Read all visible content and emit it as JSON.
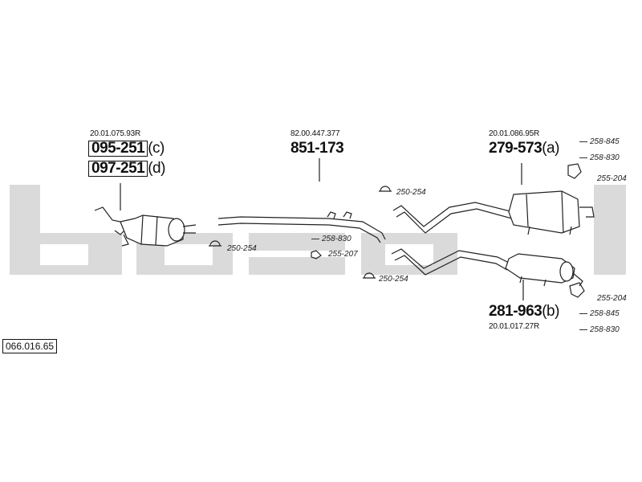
{
  "diagram_number": "066.016.65",
  "watermark": "bosal",
  "parts": {
    "front": {
      "ref": "20.01.075.93R",
      "a_num": "095-251",
      "a_suffix": "(c)",
      "b_num": "097-251",
      "b_suffix": "(d)"
    },
    "middle": {
      "ref": "82.00.447.377",
      "num": "851-173"
    },
    "rear_a": {
      "ref": "20.01.086.95R",
      "num": "279-573",
      "suffix": "(a)"
    },
    "rear_b": {
      "ref": "20.01.017.27R",
      "num": "281-963",
      "suffix": "(b)"
    }
  },
  "accessories": {
    "clamp_front": "250-254",
    "clamp_mid_top": "250-254",
    "clamp_mid_bottom": "250-254",
    "mid_258": "258-830",
    "mid_255": "255-207",
    "ra_258_845": "258-845",
    "ra_258_830": "258-830",
    "ra_255_204": "255-204",
    "rb_255_204": "255-204",
    "rb_258_845": "258-845",
    "rb_258_830": "258-830"
  },
  "colors": {
    "watermark": "#d8d8d8",
    "line": "#222222"
  }
}
